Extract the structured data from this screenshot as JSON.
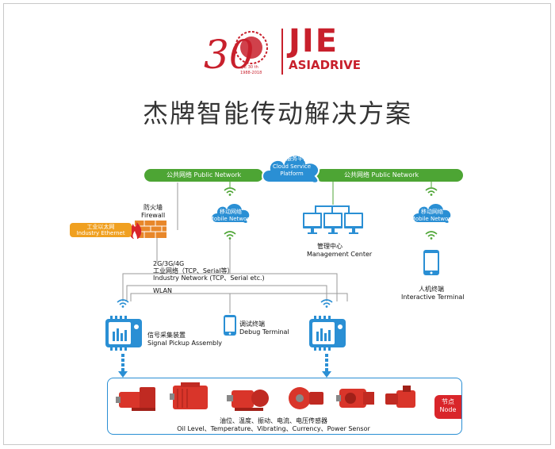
{
  "logo": {
    "anniversary_number": "30",
    "anniversary_caption_line1": "JIE 30 th",
    "anniversary_caption_line2": "1988-2018",
    "brand": "JIE",
    "brand_sub": "ASIADRIVE"
  },
  "title": "杰牌智能传动解决方案",
  "cloud": {
    "label_cn": "云端服务平台",
    "label_en_line1": "Cloud Service",
    "label_en_line2": "Platform"
  },
  "public_network_left": "公共网络 Public Network",
  "public_network_right": "公共网络 Public Network",
  "firewall": {
    "cn": "防火墙",
    "en": "Firewall"
  },
  "industry_ethernet": {
    "cn": "工业以太网",
    "en": "Industry Ethernet"
  },
  "mobile_network_1": {
    "cn": "移动网络",
    "en": "Mobile Network"
  },
  "mobile_network_2": {
    "cn": "移动网络",
    "en": "Mobile Network"
  },
  "management_center": {
    "cn": "管理中心",
    "en": "Management Center"
  },
  "interactive_terminal": {
    "cn": "人机终端",
    "en": "Interactive Terminal"
  },
  "connections": {
    "g234": "2G/3G/4G",
    "industry_net_cn": "工业网络（TCP、Serial等）",
    "industry_net_en": "Industry Network (TCP、Serial etc.)",
    "wlan": "WLAN"
  },
  "debug_terminal": {
    "cn": "调试终端",
    "en": "Debug Terminal"
  },
  "signal_pickup": {
    "cn": "信号采集装置",
    "en": "Signal Pickup Assembly"
  },
  "node": {
    "cn": "节点",
    "en": "Node"
  },
  "sensors": {
    "cn": "油位、温度、振动、电流、电压传感器",
    "en": "Oil Level、Temperature、Vibrating、Currency、Power Sensor"
  },
  "colors": {
    "brand_red": "#c8202c",
    "network_green": "#4da534",
    "device_blue": "#2a8fd4",
    "ethernet_orange": "#f0a020",
    "motor_red": "#d9352a"
  }
}
